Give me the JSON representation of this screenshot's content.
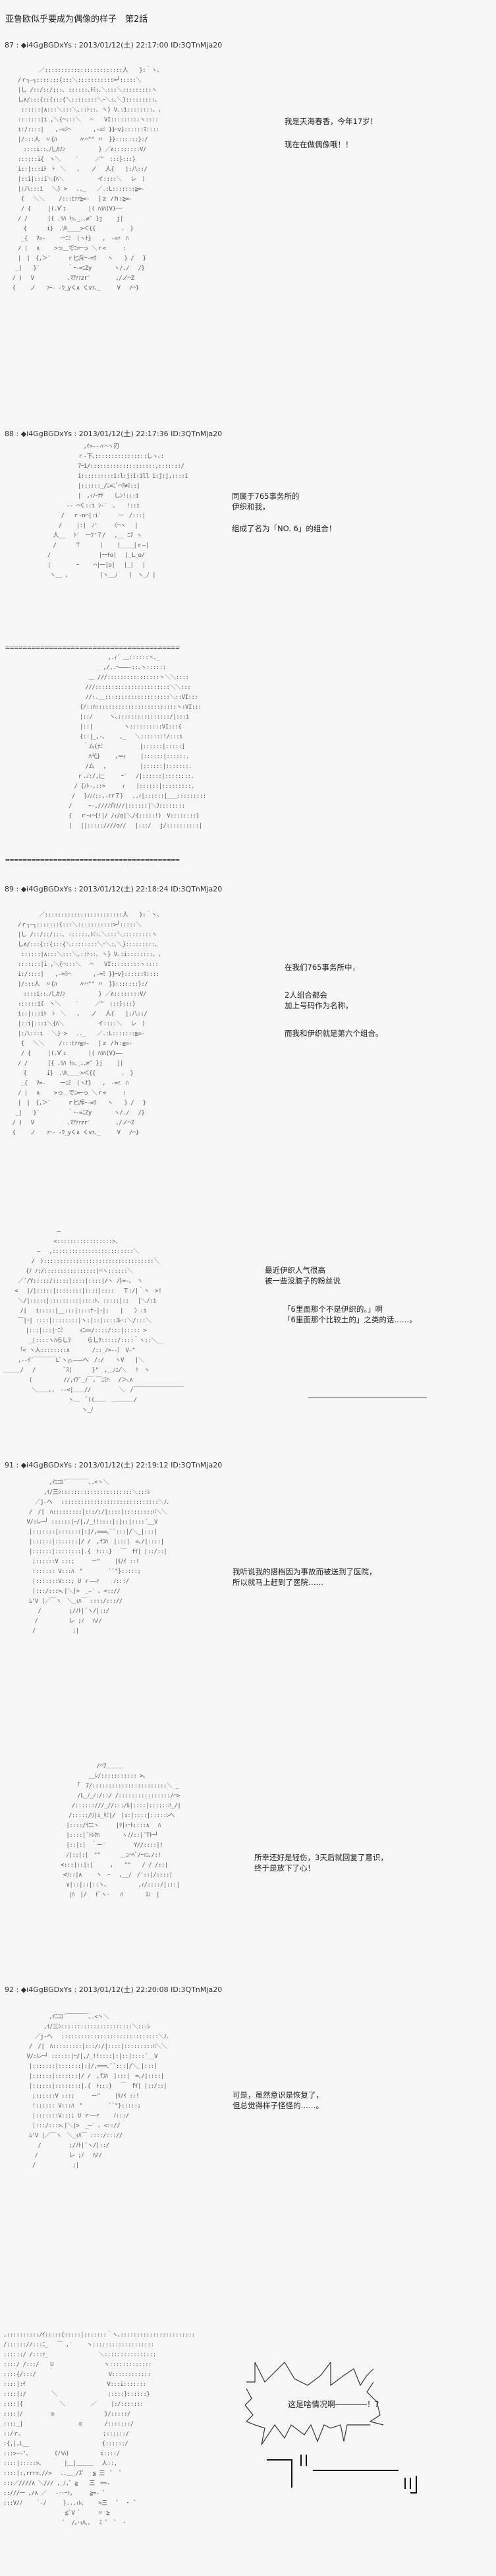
{
  "page": {
    "title": "亚鲁欧似乎要成为偶像的样子　第2話",
    "separator": "========================================"
  },
  "posts": [
    {
      "number": "87",
      "trip": "i4GgBGDxYs",
      "datetime": "2013/01/12(土) 22:17:00",
      "id": "ID:3QTnMja20",
      "dialogue": [
        "我是天海春香，今年17岁！",
        "现在在做偶像哦！！"
      ]
    },
    {
      "number": "88",
      "trip": "i4GgBGDxYs",
      "datetime": "2013/01/12(土) 22:17:36",
      "id": "ID:3QTnMja20",
      "dialogue": [
        "同属于765事务所的\n伊织和我，",
        "组成了名为「NO. 6」的组合！"
      ]
    },
    {
      "number": "89",
      "trip": "i4GgBGDxYs",
      "datetime": "2013/01/12(土) 22:18:24",
      "id": "ID:3QTnMja20",
      "dialogue": [
        "在我们765事务所中，",
        "2人组合都会\n加上号码作为名称，",
        "而我和伊织就是第六个组合。",
        "最近伊织人气很高\n被一些没脑子的粉丝说",
        "「6里面那个不是伊织的。」啊\n「6里面那个比较土的」之类的话……。"
      ]
    },
    {
      "number": "91",
      "trip": "i4GgBGDxYs",
      "datetime": "2013/01/12(土) 22:19:12",
      "id": "ID:3QTnMja20",
      "dialogue": [
        "我听说我的搭档因为事故而被送到了医院，\n所以就马上赶到了医院……",
        "所幸还好是轻伤，3天后就回复了意识，\n终于是放下了心！"
      ]
    },
    {
      "number": "92",
      "trip": "i4GgBGDxYs",
      "datetime": "2013/01/12(土) 22:20:08",
      "id": "ID:3QTnMja20",
      "dialogue": [
        "可是，虽然意识是恢复了，\n但总觉得样子怪怪的……。",
        "这是啥情况啊――――！？"
      ]
    }
  ],
  "art": {
    "a1": "          ／::::::::::::::::::::::::人　　}:｀ヽ、\n　　/ｒ┐―┐:::::::{:::＼:::::::::::>┘:::::＼\n　　|し /::/::/:::､ ::::::､ﾄﾐ:､＼:::＼:::::::::ヽ\n　　し∧/:::{::{:::{＼::::::::＼ｰ＼:､＼}:::::::::､\n　　 ::::::|∧:::＼:::＼､::ﾄ::､ ヽ} V.:i::::::::､ ､\n　　:::::::|i ,＼{⌒:::＼　 ⌒　　VI:::::::::ヽ::::\n　　i:/::::|　　,-=ﾐ⌒　　　　,-=ﾐ }}ｰv}::::::ﾏ::::\n　　|/:::人　〃{ﾊ　　　　〃⌒\"\" 〃　}}:::::::}:/\n　　　::::i::､ﾉ乚ｾﾉﾝ　　　　　　} ／∧::::::::V/\n　　::::::i{　ヽ＼　　 ′　　　／\"　:::}:::}\n　　i::|:::iﾄ　ﾄ　＼　　、　　ノ　 人{　　|:八::/\n　　|::i|:::i＼{ﾊ＼　　　　　　イ::::＼　 レ　)\n　　|:八:::i　 ＼} >　 .._　　／.:L:::::::≧=-\n　　 {　 ＼＼　　 /:::ﾋｧｧ≧=-　 |ｚ /ｈ:≧=-\n　　 / {　　　|(.Vﾞｪ　　　　|( ﾊﾘﾊ(V)――\n　　/ /　　　 [{ .ﾘﾊ ﾄｯ､_.､≠″ }j　　 j|\n　　　{　　　 i}　.ﾘﾊ____>＜{{　　　　 .　}\n　　 _{　 ﾏ=-　　 ーﾆﾐ　(ヽﾅ}　　,　-=ｧ　ﾊ\n　　/ |　 ∧　　 >っ＿でﾆ=ｰっ ＼ｒ<　　　:\n　　|　|　{,＞′　　　ｒ匕斥ｰ-=ｳ　　ヽ　　} /　 }\n　 _|　　}′　　　　　｀ｰ-=ﾆZy　　　　ヽ/./　 /}\n　/ )　 V　　　　　　､ﾏｱｧｧzr′　　　　 ､/ノ⌒Z\n　{　　 ノ　　ｧｰ- -ｳ_yく∧ くvｧ､_　　　V　 /⌒}",
    "a2": "　　　　　　　　　,ｲ>-‐〃⌒ヽ刃\n　　　　　　　　ｒ-下､::::::::::::::::しヽ､:\n　　　　　　　　7ｰ1/::::::::::::::::::::,:::::::/\n　　　　　　　　i::::::::::i:l:j:i:ill i:j:j,::::i\n　　　　　　　　|::::::_/ﾆ=ﾆﾞ⌒ｱ≠ﾐ::|\n　　　　　　　　|　,ｨﾉｰﾅﾔ　　しﾝ!:::i\n　　　　　　-‐ ⌒く::i ｼ-′　､　　!::i\n　　　　　/　 ｒ-n⌒|:i′　　　ｰｰ　/:::|\n　　　　 /　　 |:|　ﾉ'　　　〈⌒ヽ 　|\n　　　 人__　 ﾄ′　ｰｰﾌ'７/　 ,__ ﾆ7 ヽ\n　　　 /　　　 T　　　 |　　 |____|ｒ―|\n　　 /　　　　　　　　 |ｰｰﾄo|　 |_L_o/\n　　 |　　　　 ｰ　　 ⌒|ｰｰ|o|　 |_|　 |\n　　　ヽ__ ,　　　　　 |ヽ__ﾉ　　|　ヽ_ﾉ |",
    "a3": "　　　　　　　　　　　,.ｨ´ ＿::::::ヽ､_\n　　　　　　　　　_ ,/,.ｰ―――-::､ヽ::::::\n　　　　　　　 ＿ ///::::::::::::::::ヽ＼＼::::\n　　　　　　　///:::::::::::::::::::::::＼＼:::\n　　　　　　　//:.__::::::::::::::::::::＼::VI:::\n　　　　　　{/::ﾊ:::::::::::::::::::::::::ヽ:VI:::\n　　　　　　|::/　　　ヽ､::::::::::::::::/|:::i\n　　　　　　|::|　　　　　 ヽ::::::::::VI:::{\n　　　　　　{::|_,-､　　 ,_　 ＼:::::::!/:::i\n　　　　　　 ｀ム{ﾅﾐ　　　　　　 |::::::|:::::[\n　　　　　　　 ﾊ弋}　　 ,＝ｨ　　 |::::::|::::::.\n　　　　　　　/ム　 ,　　　　　　|::::::|:::::::.\n　　　　　 ｒ.ﾉ:/,辷　　　ｰ′　 /|::::::|::::::::.\n　　　　　/ {ﾉﾄ-,::>　　　ｨ　　|::::::|:::::::::.\n　　　　 /　 }ﾉﾉﾉ::,-rr７}　 ..ｨ|::::::|___:::::::::\n　　　　/　　　ｰ-,///ﾉ介ﾉ//|::::::|＼ﾌ::::::::\n　　　　{　 ｒｰｨ⌒{!|/ /ｨ/o|＼/{:::::!)　V::::::::}\n　　　　|　 ||:::::////o//　 |:::/　 j/::::::::::|",
    "a4": "　　　　　　　　　 ―\n　　　　　　　　　<:::::::::::::::::>､\n　　　　　　―　 ,:::::::::::::::::::::::::＼\n　　　　　/　)::::::::::::::::::::::::::::::::::＼\n　　　　{ﾉ ﾉ:/::::::::::::::::|⌒ヽ::::::＼\n　　 ／´/Y:::::/:::::|::::|::::|/ヽ ﾉ}=-､　ヽ\n　　<　 |/|:::::|::::::::|::::|::::　 Ｔ:/|｀ヽ　>!\n　　 ＼/|:::::|:::::::::|::::ﾄ、:::::|:;　 |＼/:i\n　　　/|　 i:::::|__:::|::::ﾅ-|ｰ|;　　|　　〉:i\n　　 ￣|ｰ| ::::|::::::::|ヽ:|::|::::ｺﾚｰ:＼/:::＼\n　　　　|:::|:::|ｰﾆﾐ　　　ｨﾆ==/::::/:::|::::: >\n　　　　 _|::::ヽﾊらしｦ　　　らしｸ:::::/::::｀ヽ::＼__\n　　　｢< ヽ人::::::::∧　　　　/::_ﾉ>‐‐）　V-\"\n　　 ,--ｲ´￣￣￣￣Lﾞヽ┌､―――へ　/:/　　ヽV　　|＼\n＿＿＿/ 　/　　　　　ﾞｽ|　　　 }\"　,＿ﾉﾆﾉ＼　 !　ヽ\n　　　　 (　　　　　 //,ｲｱ`_ﾉ￣､￣ﾆﾐﾊ　 /＞､∧\n　　　　　＼＿＿,,　--<|＿＿//　　　　　＼　/￣￣￣￣￣￣￣￣￣\n　　　　　　　　　　　 ヽ＿　ﾞ((＿＿　＿＿＿＿/\n　　　　　　　　　　　　　　ヽ_ﾉ",
    "a5": "　　　　　　　 ,ｲﾆﾆﾛ´￣￣￣￣､.<ヽ＼\n　　　　　　 ,ｲ/三ｼ::::::::::::::::::::::＼:::ﾚ\n　　　　　／j-ヘ　 ::::::::::::::::::::::::::::::＼ﾉ､\n　　　　/　/|　ﾊ:::::::::|:::/:/|::::|:::::::::ﾊ＼＼\n　　　 V/:レｰ┘ ::::::|ｰ/|,/_!!::::|:|::|::::´__V\n　　　　|:::::::|:::::::|:|/,===､``:::|/＼_|:::|\n　　　　|::::::|:::::::|/ /　,fﾌﾊ　|:::|　=､/|::::|\n　　　　|::::::|::::::::|.{　ﾄ:::}　 ￣　fｲ| |::/::|\n　　　　 ;::::::V :::;　　　ー\"　　 |ﾘ/ｲ ::!\n　　　　 !:::::: V:::ﾊ　\"　　　　 ``\"}:::::;\n　　　　 |:::::::V:::; U ｒ――ｧ　　 ﾉ:::/\n　　　　 |:::/:::>､|＼|>　_―′ ､ <:://\n　　　　ﾑ'V |／￣ヽ　＼_ｨﾊ￣ ::::/::://\n　　　　　 /　　　　　;/ﾉﾄ|´ヽ/|::/\n　　　　　/　　　　　 レ ;ﾉ　 ﾊ//\n　　　　 /　　　　　　 ;|",
    "a6": "　　　　　　　　　/⌒7＿＿＿\n　　　　　　　 __ﾚ/::::::::::: >､\n　　　　　 ｢　7/:::::::::::::::::::::::＼ _\n　　　　　 /L_ﾉ_ﾉ:/::/ /::::::::::::::::/⌒>\n　　　　 /::::::///_//:::/ﾙ|::::|::::::ﾊ_/|\n　　　　/:::::/ﾘ|i_ﾘﾐ|/　|i:|::::|:::::ﾚへ\n　　　 |::::/ｲﾆﾆヽ　　　|ﾘ|ｨｰﾄ::::∧　 ﾊ\n　　　 |::::|´ﾄﾚｸﾊ　　　　ヽﾉ/::|´Tﾄｰ┘\n　　　 |::|:|　｀ー′　　　　　Y//::::|!\n　　　 ﾉ|::|:|　\"\"　　　 ＿ﾆ⌒ﾍﾞ/ｰｧﾆ､/:!\n　　 <:::|::|:|　　　,　　\"\"　　/ / /::|\n　　　<ﾘ::|∧　　 ヽ　ｰ　 ,__ﾉ　/'::|/::::|\n　　　 ∨|::|::|::ヽ､　　　　　 ,ｨ/::::/|:::|\n　　　　|ﾊ　|/　 ﾄﾞヽｰ　　ﾊ　　　　ｽﾉ　|",
    "a7": "　　　　　　　 ,ｲﾆﾆﾛ´￣￣￣￣､.<ヽ＼\n　　　　　　 ,ｲ/三ｼ::::::::::::::::::::::＼:::ﾚ\n　　　　　／j-ヘ　 ::::::::::::::::::::::::::::::＼ﾉ､\n　　　　/　/|　ﾊ:::::::::|:::/:/|::::|:::::::::ﾊ＼＼\n　　　 V/:レｰ┘ ::::::|ｰ/|,/_!!::::|:|::|::::´__V\n　　　　|:::::::|:::::::|:|/,===､``:::|/＼_|:::|\n　　　　|::::::|:::::::|/ /　,fﾌﾊ　|:::|　=､/|::::|\n　　　　|::::::|::::::::|.{　ﾄ:::}　 ￣　fｲ| |::/::|\n　　　　 ;::::::V :::;　　　ー\"　　 |ﾘ/ｲ ::!\n　　　　 !:::::: V:::ﾊ　\"　　　　 ``\"}:::::;\n　　　　 |:::::::V:::; U ｒ――ｧ　　 ﾉ:::/\n　　　　 |:::/:::>､|＼|>　_―′ ､ <:://\n　　　　ﾑ'V |／￣ヽ　＼_ｨﾊ￣ ::::/::://\n　　　　　 /　　　　　;/ﾉﾄ|´ヽ/|::/\n　　　　　/　　　　　 レ ;ﾉ　 ﾊ//\n　　　　 /　　　　　　 ;|",
    "a8": ",::::::::::/ｲ:::::{:::::|:::::::｀ヽ､:::::::::::::::::::::::\n/:::::://:::ﾆ_　 ￣ ,′　　 ヽ:::::::::::::::::::\n::::::/ /:::ｧ_　　　　　　　　　＼::::::::::::::::\n::::/ /:::/　　U　　　　　　　　　ヽ:::::::::::::\n::::{/:::/　　　　　　　　　　　　　V::::::::::::\n::::|:ｲ　　　　　　　　　　　　　　 V:::i:::::::\n::::|:/　　　　 ＼　　　　　　　　　;::::}::::::}\n::::|{　　　　　　 ＼　　　　 ／　　 |:/:::::::\n::::|/　　　　　◎　　　　　　　　　}/:::::/\n::::_|　　　　　　　　　　◎　　　　/:::::::/\n::/ｒ､　　　　　　　　　　　　　　 ;::::::/\n:{,|,L__　　　　　　　　　　　　　{::::::/\n:::>‐‐'､　　　　 (ハﾊ)　　　　　 i::::/\n::::|:::::>､　　　　|＿|＿＿＿　 人::,\n::::|:,rrrr､//>　 ..＿_/ｽ゜　≦ 三　゜ ゜\n:::／////∧ ＼/// ,_ﾉ,゜≧　　三　==-\n::///ｰｰ ,/∧ ／　 -‥ｰｧ,　　　≧=- ゜\n:::V/ﾉ　　 `-/　　　}...ｨﾚ､　　 >三　 ゜ ・ ゜\n　　　　　　　　　　　≦`V ﾞ　　　〃 ≧\n　　　　　　　　　　 ゜ /｡･ｨﾊ､､　 ﾐ ゜ ゜ ･"
  }
}
